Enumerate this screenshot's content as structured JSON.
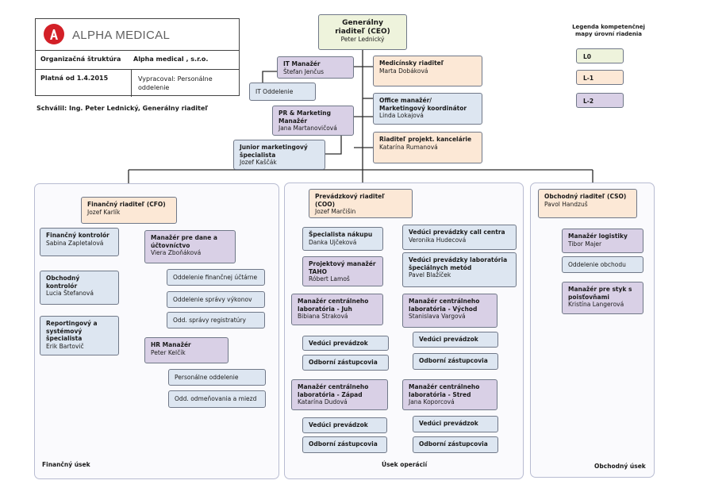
{
  "header": {
    "logo": "ALPHA MEDICAL",
    "org_structure_label": "Organizačná štruktúra",
    "company": "Alpha medical , s.r.o.",
    "valid_from": "Platná od 1.4.2015",
    "prepared_by": "Vypracoval: Personálne oddelenie",
    "approved_by": "Schválil: Ing. Peter Lednický, Generálny riaditeľ"
  },
  "legend": {
    "title": "Legenda kompetenčnej mapy úrovní riadenia",
    "levels": [
      {
        "label": "L0",
        "color": "#eef3dc"
      },
      {
        "label": "L-1",
        "color": "#fce8d6"
      },
      {
        "label": "L-2",
        "color": "#d9d0e6"
      }
    ]
  },
  "ceo": {
    "title": "Generálny riaditeľ (CEO)",
    "name": "Peter Lednický"
  },
  "top": {
    "it_manager": {
      "title": "IT Manažér",
      "name": "Štefan Jenčus"
    },
    "it_dept": {
      "title": "IT Oddelenie"
    },
    "pr_manager": {
      "title": "PR & Marketing Manažér",
      "name": "Jana Martanovičová"
    },
    "junior_marketing": {
      "title": "Junior marketingový špecialista",
      "name": "Jozef Kaščák"
    },
    "medical_director": {
      "title": "Medicínsky riaditeľ",
      "name": "Marta Dobáková"
    },
    "office_manager": {
      "title": "Office manažér/ Marketingový koordinátor",
      "name": "Linda Lokajová"
    },
    "project_office": {
      "title": "Riaditeľ projekt. kancelárie",
      "name": "Katarína Rumanová"
    }
  },
  "finance": {
    "section_label": "Finančný úsek",
    "cfo": {
      "title": "Finančný riaditeľ (CFO)",
      "name": "Jozef Karlík"
    },
    "controller": {
      "title": "Finančný kontrolór",
      "name": "Sabina Zapletalová"
    },
    "business_controller": {
      "title": "Obchodný kontrolór",
      "name": "Lucia Štefanová"
    },
    "reporting": {
      "title": "Reportingový a systémový špecialista",
      "name": "Erik Bartovič"
    },
    "tax_manager": {
      "title": "Manažér pre dane a účtovníctvo",
      "name": "Viera Zboňáková"
    },
    "accounting_dept": {
      "title": "Oddelenie finančnej účtárne"
    },
    "performance_dept": {
      "title": "Oddelenie správy výkonov"
    },
    "registry_dept": {
      "title": "Odd. správy registratúry"
    },
    "hr_manager": {
      "title": "HR Manažér",
      "name": "Peter Kelčík"
    },
    "hr_dept": {
      "title": "Personálne oddelenie"
    },
    "payroll_dept": {
      "title": "Odd. odmeňovania a miezd"
    }
  },
  "operations": {
    "section_label": "Úsek operácií",
    "coo": {
      "title": "Prevádzkový riaditeľ (COO)",
      "name": "Jozef Marčišin"
    },
    "purchasing": {
      "title": "Špecialista nákupu",
      "name": "Danka Ujčeková"
    },
    "taho": {
      "title": "Projektový manažér TAHO",
      "name": "Róbert Lamoš"
    },
    "call_centre": {
      "title": "Vedúci prevádzky call centra",
      "name": "Veronika Hudecová"
    },
    "special_lab": {
      "title": "Vedúci prevádzky laboratória špeciálnych metód",
      "name": "Pavel Blažíček"
    },
    "lab_south": {
      "title": "Manažér centrálneho laboratória - Juh",
      "name": "Bibiana Straková"
    },
    "lab_east": {
      "title": "Manažér centrálneho laboratória - Východ",
      "name": "Stanislava Vargová"
    },
    "lab_west": {
      "title": "Manažér centrálneho laboratória - Západ",
      "name": "Katarína Dudová"
    },
    "lab_centre": {
      "title": "Manažér centrálneho laboratória - Stred",
      "name": "Jana Koporcová"
    },
    "head_label": "Vedúci prevádzok",
    "reps_label": "Odborní zástupcovia"
  },
  "sales": {
    "section_label": "Obchodný úsek",
    "cso": {
      "title": "Obchodný riaditeľ (CSO)",
      "name": "Pavol Handzuš"
    },
    "logistics": {
      "title": "Manažér logistiky",
      "name": "Tibor Majer"
    },
    "sales_dept": {
      "title": "Oddelenie obchodu"
    },
    "insurance": {
      "title": "Manažér pre styk s poisťovňami",
      "name": "Kristína Langerová"
    }
  }
}
